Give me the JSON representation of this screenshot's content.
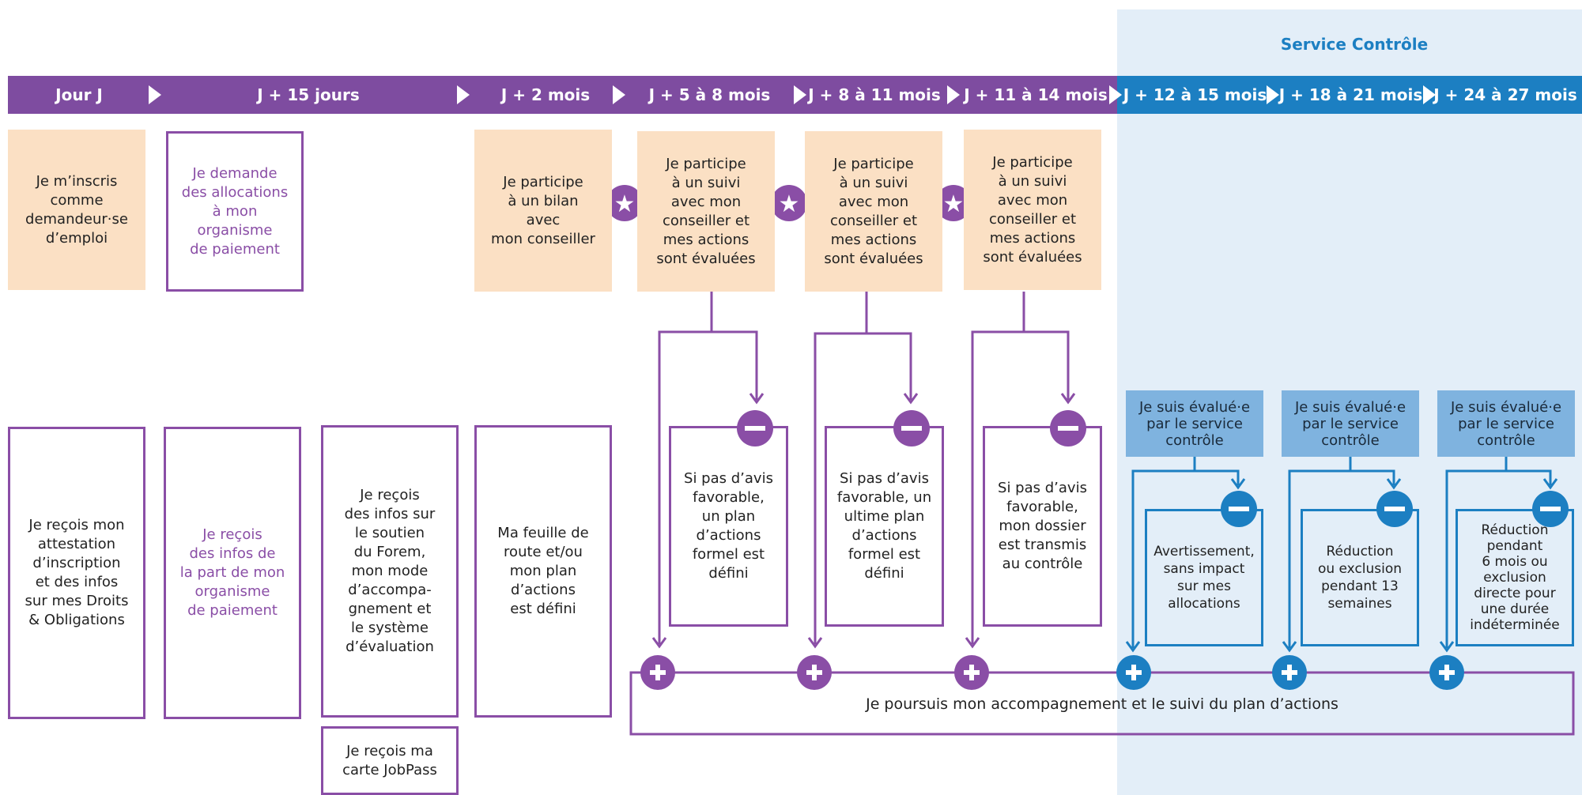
{
  "control": {
    "title": "Service Contrôle"
  },
  "timeline": [
    {
      "label": "Jour J"
    },
    {
      "label": "J + 15 jours"
    },
    {
      "label": "J + 2 mois"
    },
    {
      "label": "J + 5 à 8 mois"
    },
    {
      "label": "J + 8 à 11 mois"
    },
    {
      "label": "J + 11 à 14 mois"
    },
    {
      "label": "J + 12 à 15 mois"
    },
    {
      "label": "J + 18 à 21 mois"
    },
    {
      "label": "J + 24 à 27 mois"
    }
  ],
  "top_boxes": [
    "Je m’inscris\ncomme\ndemandeur·se\nd’emploi",
    "Je demande\ndes allocations\nà mon\norganisme\nde paiement",
    "Je participe\nà un bilan\navec\nmon conseiller",
    "Je participe\nà un suivi\navec mon\nconseiller et\nmes actions\nsont évaluées",
    "Je participe\nà un suivi\navec mon\nconseiller et\nmes actions\nsont évaluées",
    "Je participe\nà un suivi\navec mon\nconseiller et\nmes actions\nsont évaluées"
  ],
  "bottom_boxes": [
    "Je reçois mon\nattestation\nd’inscription\net des infos\nsur mes Droits\n& Obligations",
    "Je reçois\ndes infos de\nla part de mon\norganisme\nde paiement",
    "Je reçois\ndes infos sur\nle soutien\ndu Forem,\nmon mode\nd’accompa-\ngnement et\nle système\nd’évaluation",
    "Ma feuille de\nroute et/ou\nmon plan\nd’actions\nest défini",
    "Je reçois ma\ncarte JobPass"
  ],
  "outcomes": [
    "Si pas d’avis\nfavorable,\nun plan\nd’actions\nformel est\ndéfini",
    "Si pas d’avis\nfavorable, un\nultime plan\nd’actions\nformel est\ndéfini",
    "Si pas d’avis\nfavorable,\nmon dossier\nest transmis\nau contrôle"
  ],
  "control_eval": [
    "Je suis évalué·e\npar le service\ncontrôle",
    "Je suis évalué·e\npar le service\ncontrôle",
    "Je suis évalué·e\npar le service\ncontrôle"
  ],
  "sanctions": [
    "Avertissement,\nsans impact\nsur mes\nallocations",
    "Réduction\nou exclusion\npendant 13\nsemaines",
    "Réduction\npendant\n6 mois ou\nexclusion\ndirecte pour\nune durée\nindéterminée"
  ],
  "continue_label": "Je poursuis mon accompagnement et le suivi du plan d’actions",
  "colors": {
    "purple": "#7e4ca0",
    "blue": "#1c7fc2",
    "peach": "#fbe0c4",
    "light_blue": "#e3eef8"
  }
}
